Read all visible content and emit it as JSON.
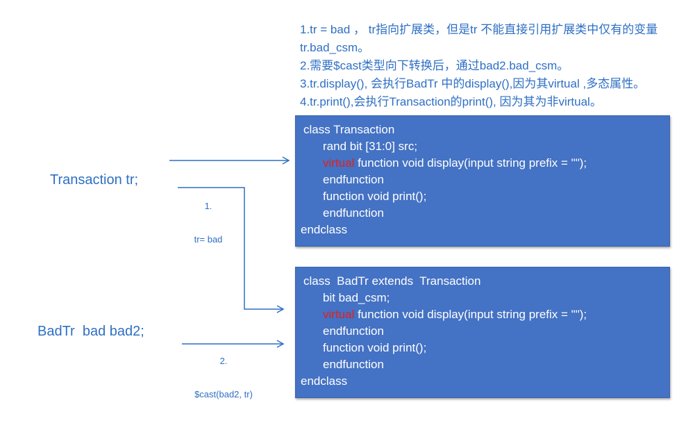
{
  "notes": [
    "1.tr = bad ， tr指向扩展类，但是tr 不能直接引用扩展类中仅有的变量tr.bad_csm。",
    "2.需要$cast类型向下转换后，通过bad2.bad_csm。",
    "3.tr.display(), 会执行BadTr 中的display(),因为其virtual ,多态属性。",
    "4.tr.print(),会执行Transaction的print(), 因为其为非virtual。"
  ],
  "left_labels": {
    "transaction_decl": "Transaction tr;",
    "badtr_decl": "BadTr  bad bad2;"
  },
  "steps": {
    "step1_number": "1.",
    "step1_text": "tr= bad",
    "step2_number": "2.",
    "step2_text": "$cast(bad2, tr)"
  },
  "transaction_class": {
    "header": "class Transaction",
    "field": "rand bit [31:0] src;",
    "virtual_kw": "virtual",
    "display_sig": " function void display(input string prefix = \"\");",
    "end1": "endfunction",
    "print_sig": "function void print();",
    "end2": "endfunction",
    "endclass": "endclass"
  },
  "badtr_class": {
    "header": "class  BadTr extends  Transaction",
    "field": "bit bad_csm;",
    "virtual_kw": "virtual",
    "display_sig": " function void display(input string prefix = \"\");",
    "end1": "endfunction",
    "print_sig": "function void print();",
    "end2": "endfunction",
    "endclass": "endclass"
  },
  "colors": {
    "text_blue": "#2e6fc4",
    "box_fill": "#4472c4",
    "keyword_red": "#e0201f",
    "arrow": "#2e6fc4"
  }
}
